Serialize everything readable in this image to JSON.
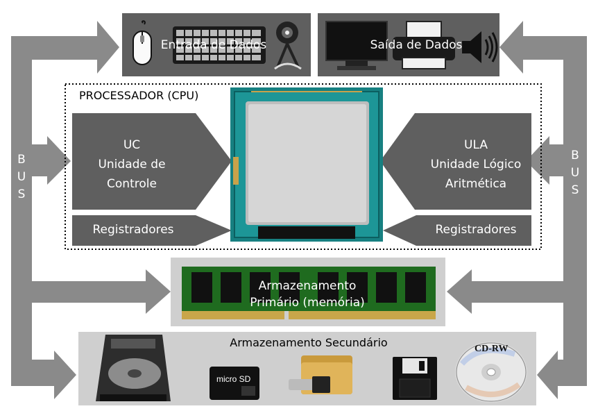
{
  "input": {
    "label": "Entrada de Dados"
  },
  "output": {
    "label": "Saída de Dados"
  },
  "cpu": {
    "title": "PROCESSADOR (CPU)",
    "uc_lines": [
      "UC",
      "Unidade de",
      "Controle"
    ],
    "ula_lines": [
      "ULA",
      "Unidade Lógico",
      "Aritmética"
    ],
    "registers_left": "Registradores",
    "registers_right": "Registradores"
  },
  "bus": {
    "left_letters": [
      "B",
      "U",
      "S"
    ],
    "right_letters": [
      "B",
      "U",
      "S"
    ]
  },
  "primary": {
    "lines": [
      "Armazenamento",
      "Primário (memória)"
    ]
  },
  "secondary": {
    "label": "Armazenamento Secundário"
  },
  "colors": {
    "dark_gray": "#5f5f5f",
    "light_gray": "#cfcfcf",
    "bus_gray": "#8a8a8a"
  },
  "icons": [
    "mouse-icon",
    "keyboard-icon",
    "webcam-icon",
    "monitor-icon",
    "printer-icon",
    "speaker-icon",
    "cpu-chip-icon",
    "ram-module-icon",
    "hard-drive-icon",
    "microsd-card-icon",
    "usb-folder-icon",
    "floppy-disk-icon",
    "cd-rw-icon"
  ],
  "media_text": {
    "microsd": "micro SD",
    "cdrw": "CD-RW"
  }
}
